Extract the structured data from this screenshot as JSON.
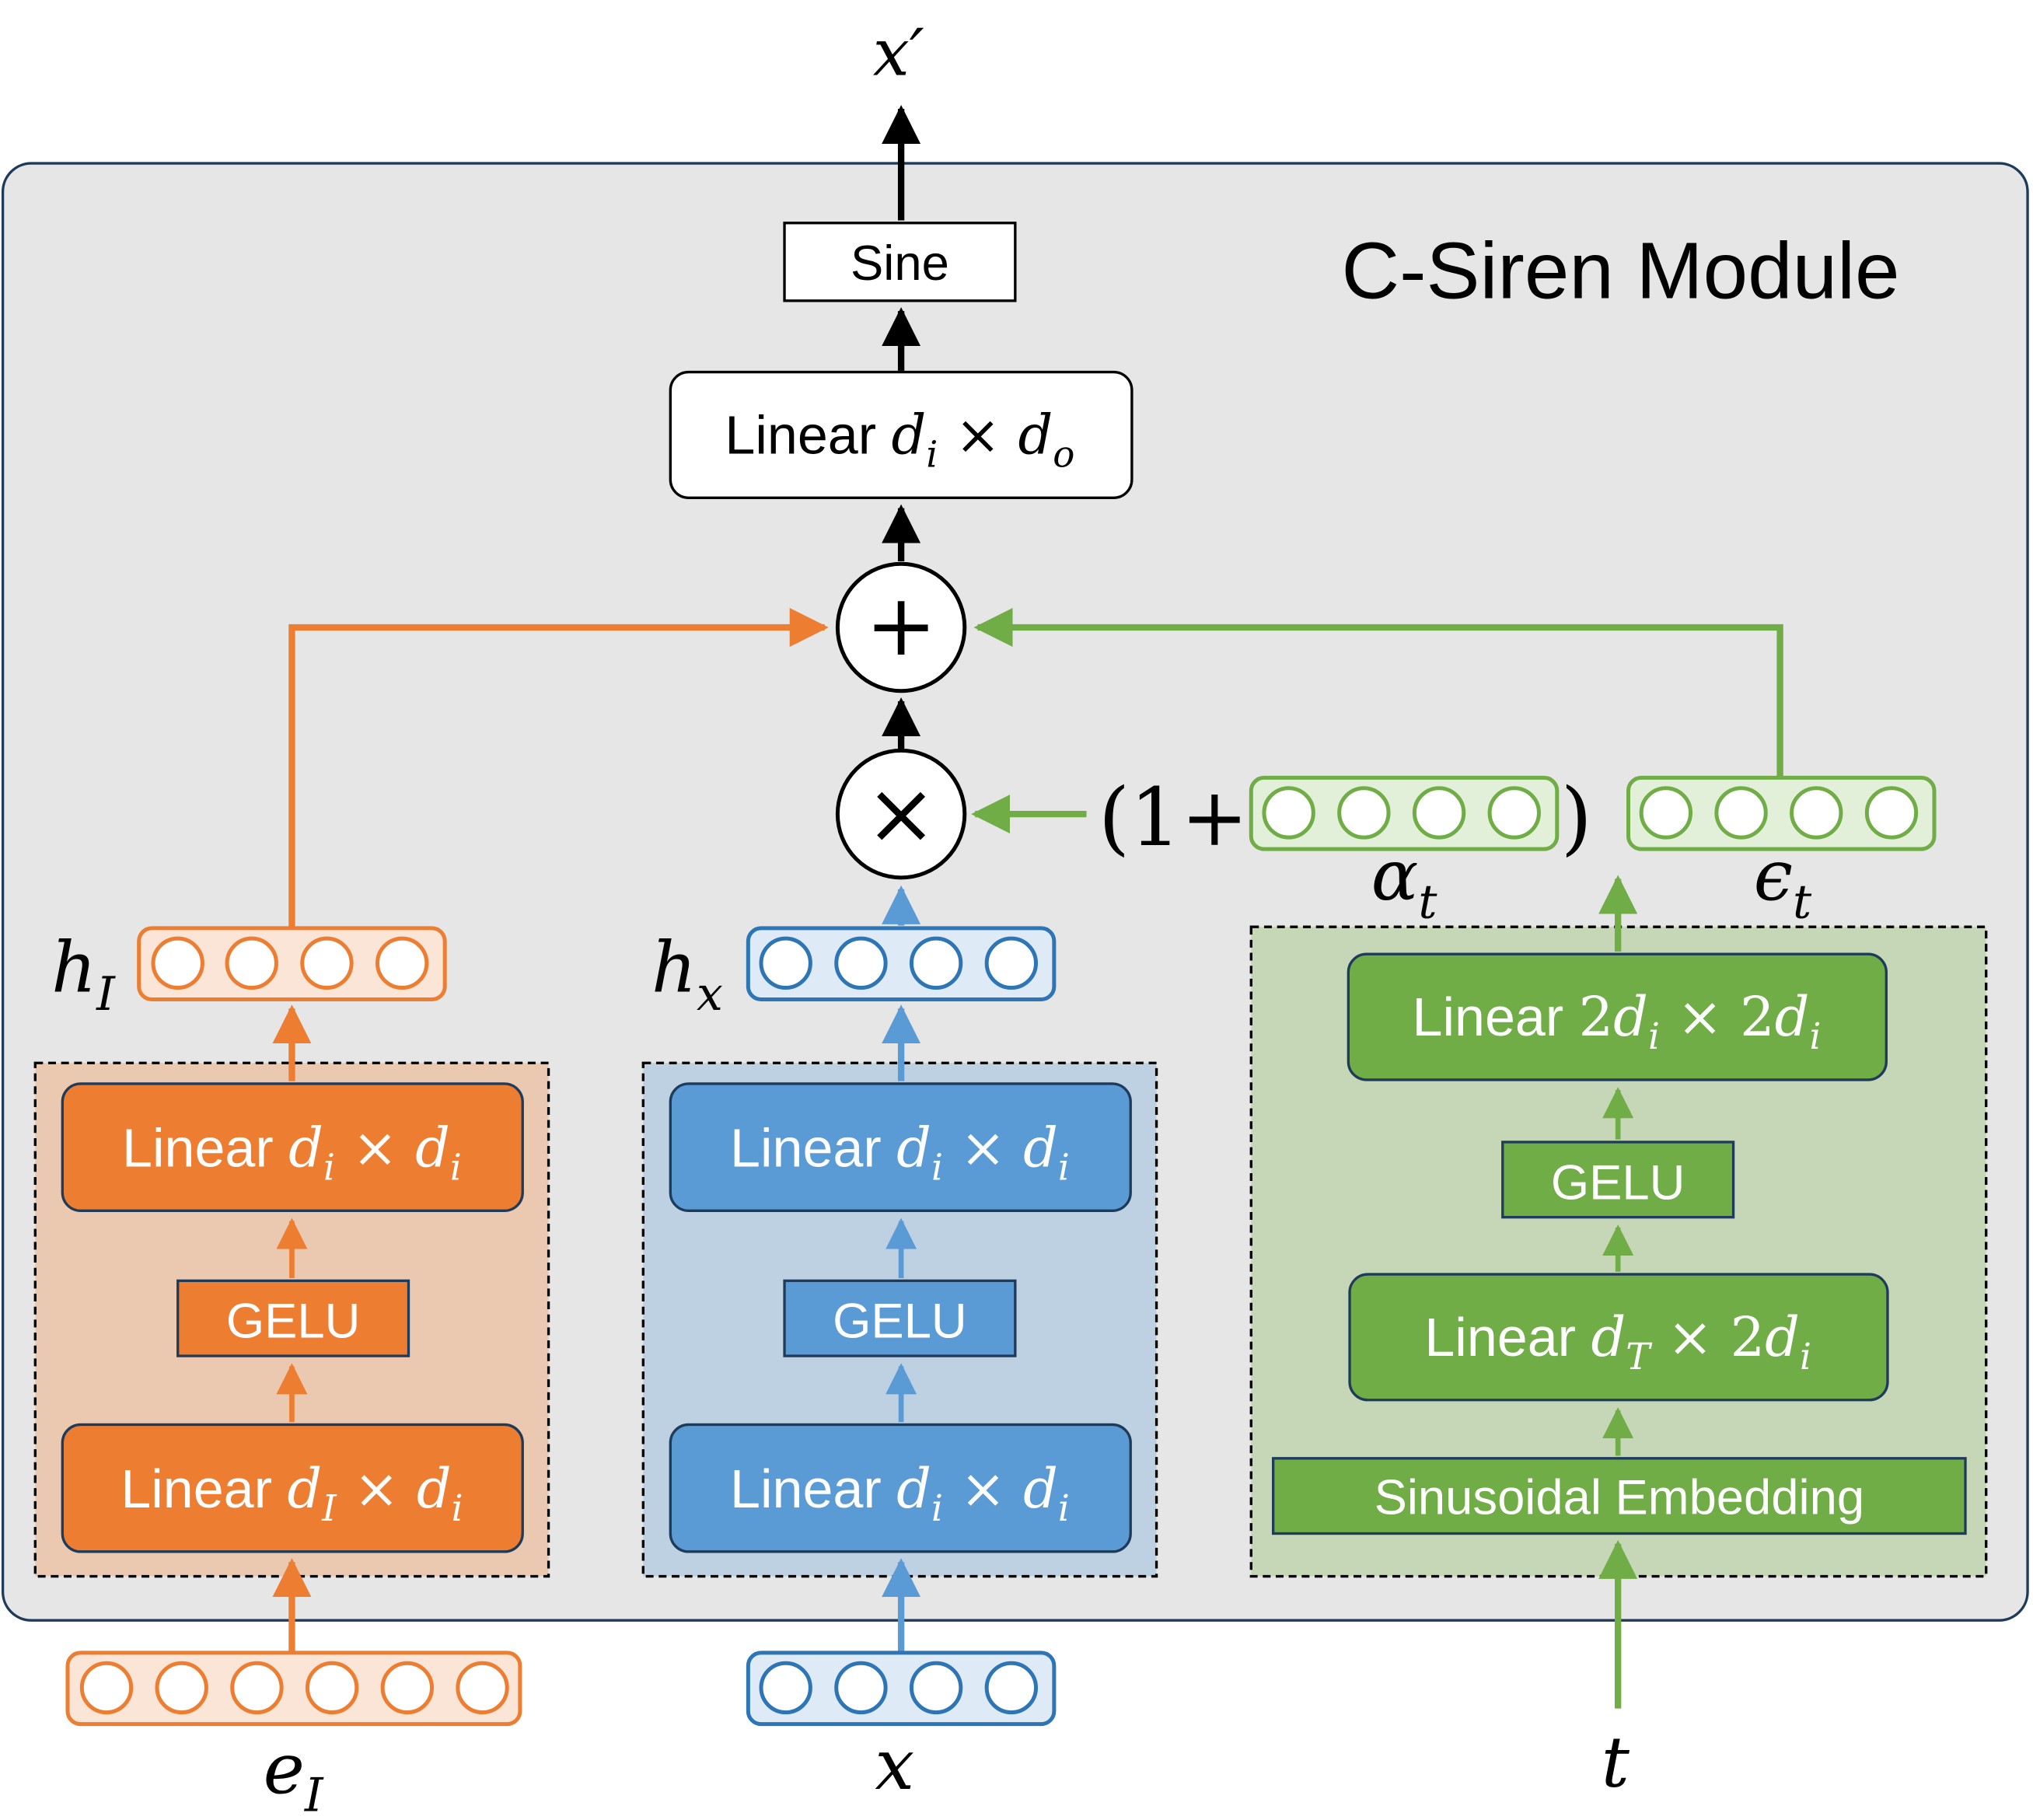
{
  "module": {
    "title": "C-Siren Module"
  },
  "colors": {
    "orange": "#ed7d31",
    "orange_light": "#fbe5d6",
    "orange_bg": "#ebc8b0",
    "blue": "#5b9bd5",
    "blue_light": "#deebf7",
    "blue_bg": "#bdd1e3",
    "green": "#70ad47",
    "green_light": "#e2f0d9",
    "green_bg": "#c6d7b8",
    "module_bg": "#e6e6e6",
    "module_border": "#1f3b5a"
  },
  "output": {
    "label": "x′",
    "sine": "Sine",
    "linear": {
      "text": "Linear ",
      "d1": "d",
      "s1": "i",
      "times": " × ",
      "d2": "d",
      "s2": "o"
    }
  },
  "ops": {
    "add": "+",
    "mul": "×",
    "paren_open": "(1+",
    "paren_close": ")"
  },
  "left_branch": {
    "input_label": {
      "base": "e",
      "sub": "I"
    },
    "hidden_label": {
      "base": "h",
      "sub": "I"
    },
    "linear_top": {
      "text": "Linear ",
      "d1": "d",
      "s1": "i",
      "times": " × ",
      "d2": "d",
      "s2": "i"
    },
    "gelu": "GELU",
    "linear_bottom": {
      "text": "Linear ",
      "d1": "d",
      "s1": "I",
      "times": " × ",
      "d2": "d",
      "s2": "i"
    }
  },
  "middle_branch": {
    "input_label": {
      "base": "x"
    },
    "hidden_label": {
      "base": "h",
      "sub": "x"
    },
    "linear_top": {
      "text": "Linear ",
      "d1": "d",
      "s1": "i",
      "times": " × ",
      "d2": "d",
      "s2": "i"
    },
    "gelu": "GELU",
    "linear_bottom": {
      "text": "Linear ",
      "d1": "d",
      "s1": "i",
      "times": " × ",
      "d2": "d",
      "s2": "i"
    }
  },
  "right_branch": {
    "input_label": {
      "base": "t"
    },
    "alpha_label": {
      "base": "α",
      "sub": "t"
    },
    "eps_label": {
      "base": "ϵ",
      "sub": "t"
    },
    "linear_top": {
      "text": "Linear ",
      "c1": "2",
      "d1": "d",
      "s1": "i",
      "times": " × ",
      "c2": "2",
      "d2": "d",
      "s2": "i"
    },
    "gelu": "GELU",
    "linear_mid": {
      "text": "Linear ",
      "d1": "d",
      "s1": "T",
      "times": " × ",
      "c2": "2",
      "d2": "d",
      "s2": "i"
    },
    "embedding": "Sinusoidal Embedding"
  }
}
